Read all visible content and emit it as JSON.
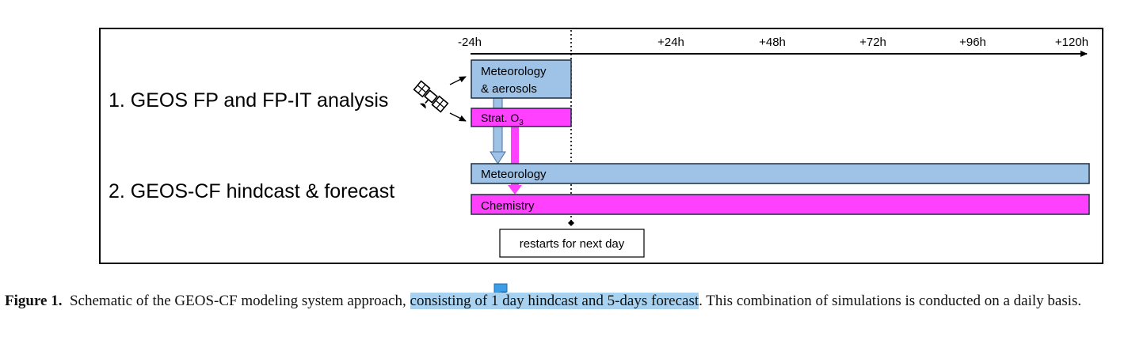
{
  "timeline": {
    "ticks": [
      "-24h",
      "+24h",
      "+48h",
      "+72h",
      "+96h",
      "+120h"
    ]
  },
  "rows": {
    "analysis_label": "1. GEOS FP and FP-IT analysis",
    "forecast_label": "2. GEOS-CF hindcast & forecast"
  },
  "boxes": {
    "met_aerosols_line1": "Meteorology",
    "met_aerosols_line2": "& aerosols",
    "strat_o3": "Strat. O",
    "strat_o3_sub": "3",
    "meteorology": "Meteorology",
    "chemistry": "Chemistry",
    "restarts": "restarts for next day"
  },
  "colors": {
    "light_blue": "#9fc3e7",
    "magenta": "#ff40ff",
    "border": "#1f2d3d"
  },
  "icons": {
    "satellite": "satellite-icon",
    "comment": "comment-marker-icon"
  },
  "caption": {
    "label": "Figure 1.",
    "text_before": "Schematic of the GEOS-CF modeling system approach, ",
    "highlighted": "consisting of 1 day hindcast and 5-days forecast",
    "text_after": ". This combination of simulations is conducted on a daily basis."
  }
}
